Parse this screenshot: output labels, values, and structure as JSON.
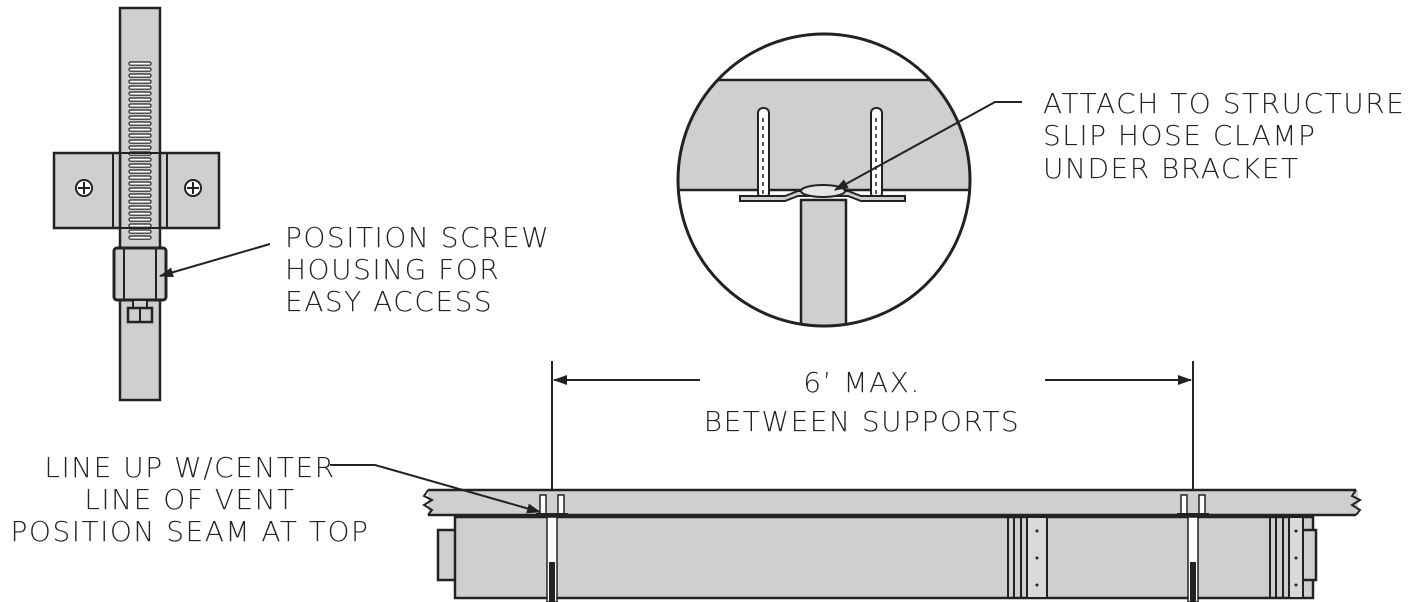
{
  "labels": {
    "screw_note": [
      "POSITION SCREW",
      "HOUSING FOR",
      "EASY ACCESS"
    ],
    "attach_note": [
      "ATTACH TO STRUCTURE",
      "SLIP HOSE CLAMP",
      "UNDER BRACKET"
    ],
    "spacing_note": [
      "6’ MAX.",
      "BETWEEN SUPPORTS"
    ],
    "lineup_note": [
      "LINE UP W/CENTER",
      "LINE OF VENT",
      "POSITION SEAM AT TOP"
    ]
  },
  "colors": {
    "line": "#222222",
    "metal_fill": "#cfcfcf",
    "background": "#ffffff"
  }
}
